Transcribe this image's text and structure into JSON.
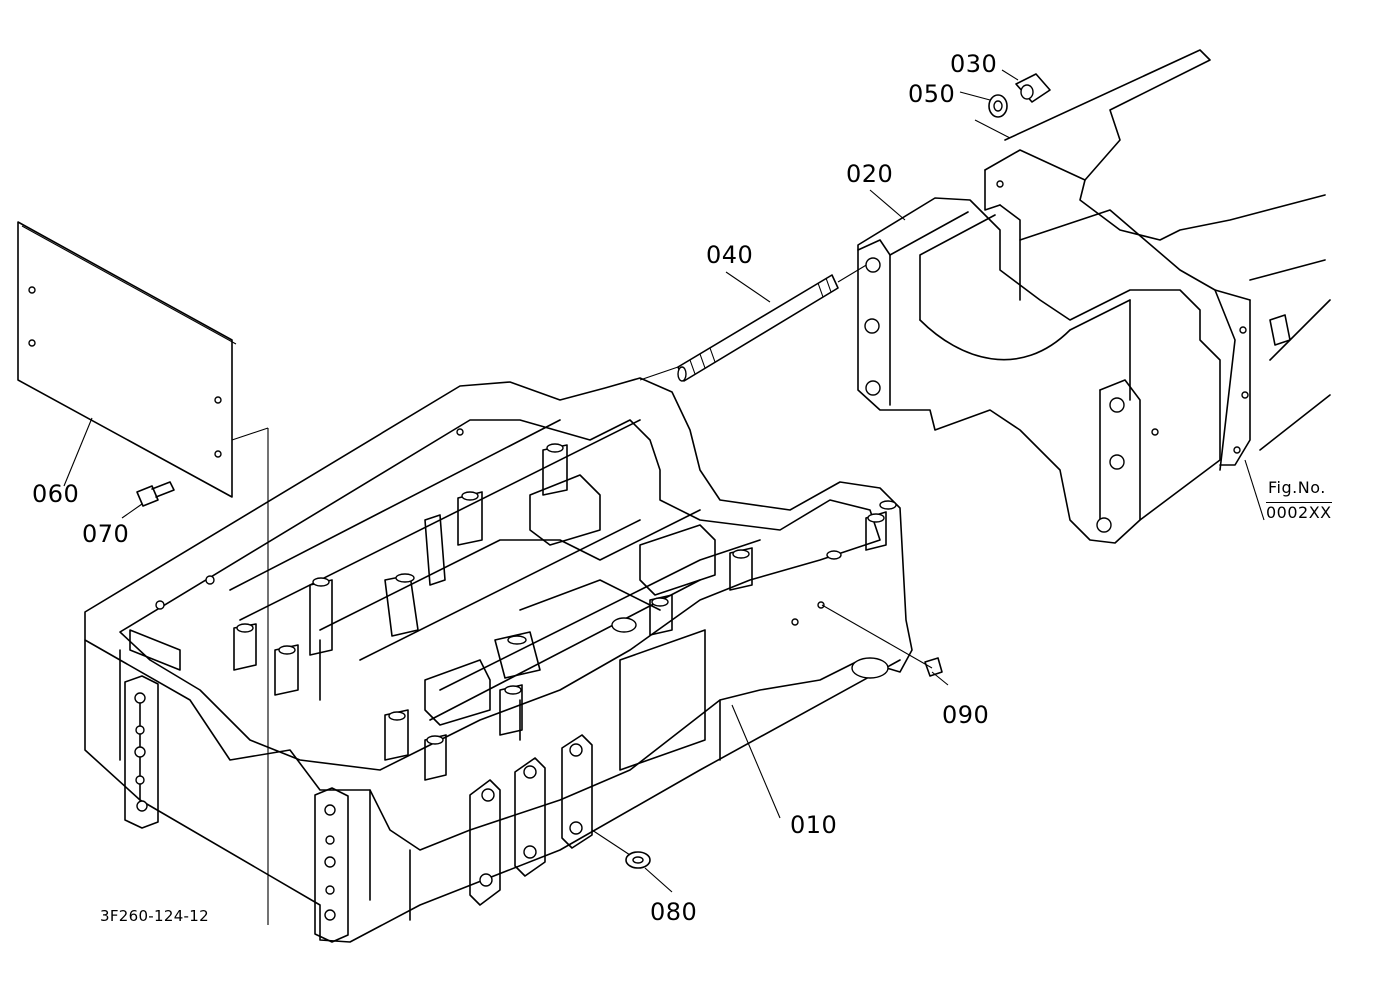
{
  "parts": [
    {
      "id": "p010",
      "label": "010"
    },
    {
      "id": "p020",
      "label": "020"
    },
    {
      "id": "p030",
      "label": "030"
    },
    {
      "id": "p040",
      "label": "040"
    },
    {
      "id": "p050",
      "label": "050"
    },
    {
      "id": "p060",
      "label": "060"
    },
    {
      "id": "p070",
      "label": "070"
    },
    {
      "id": "p080",
      "label": "080"
    },
    {
      "id": "p090",
      "label": "090"
    }
  ],
  "drawing_code": "3F260-124-12",
  "fig_ref": {
    "caption": "Fig.No.",
    "number": "0002XX"
  }
}
